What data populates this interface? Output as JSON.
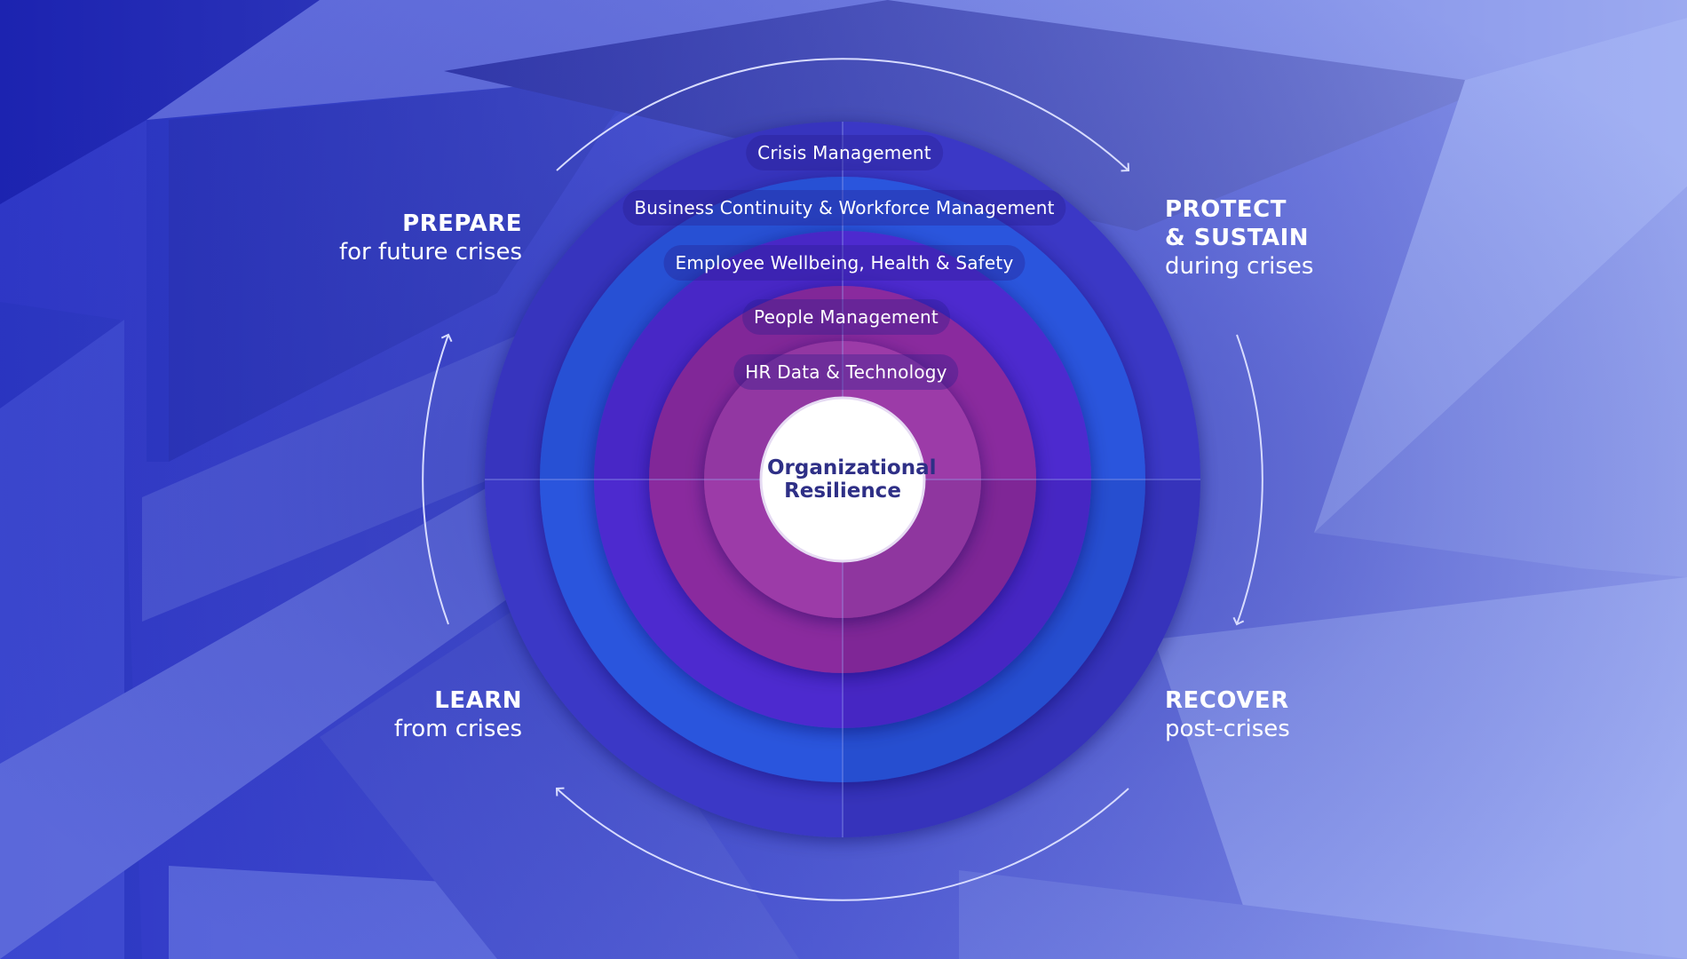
{
  "center": {
    "line1": "Organizational",
    "line2": "Resilience"
  },
  "rings": [
    "Crisis Management",
    "Business Continuity & Workforce Management",
    "Employee Wellbeing, Health & Safety",
    "People Management",
    "HR Data & Technology"
  ],
  "phases": {
    "prepare": {
      "head": "PREPARE",
      "sub": "for future crises"
    },
    "protect": {
      "head_line1": "PROTECT",
      "head_line2": "& SUSTAIN",
      "sub": "during crises"
    },
    "recover": {
      "head": "RECOVER",
      "sub": "post-crises"
    },
    "learn": {
      "head": "LEARN",
      "sub": "from crises"
    }
  },
  "colors": {
    "ring_outer": "#3a38c6",
    "ring_2": "#2a55dd",
    "ring_3": "#4e2ccf",
    "ring_4": "#8a2a9e",
    "ring_5": "#9c3aa8",
    "center": "#ffffff",
    "text": "#ffffff",
    "center_text": "#2e2f86"
  }
}
